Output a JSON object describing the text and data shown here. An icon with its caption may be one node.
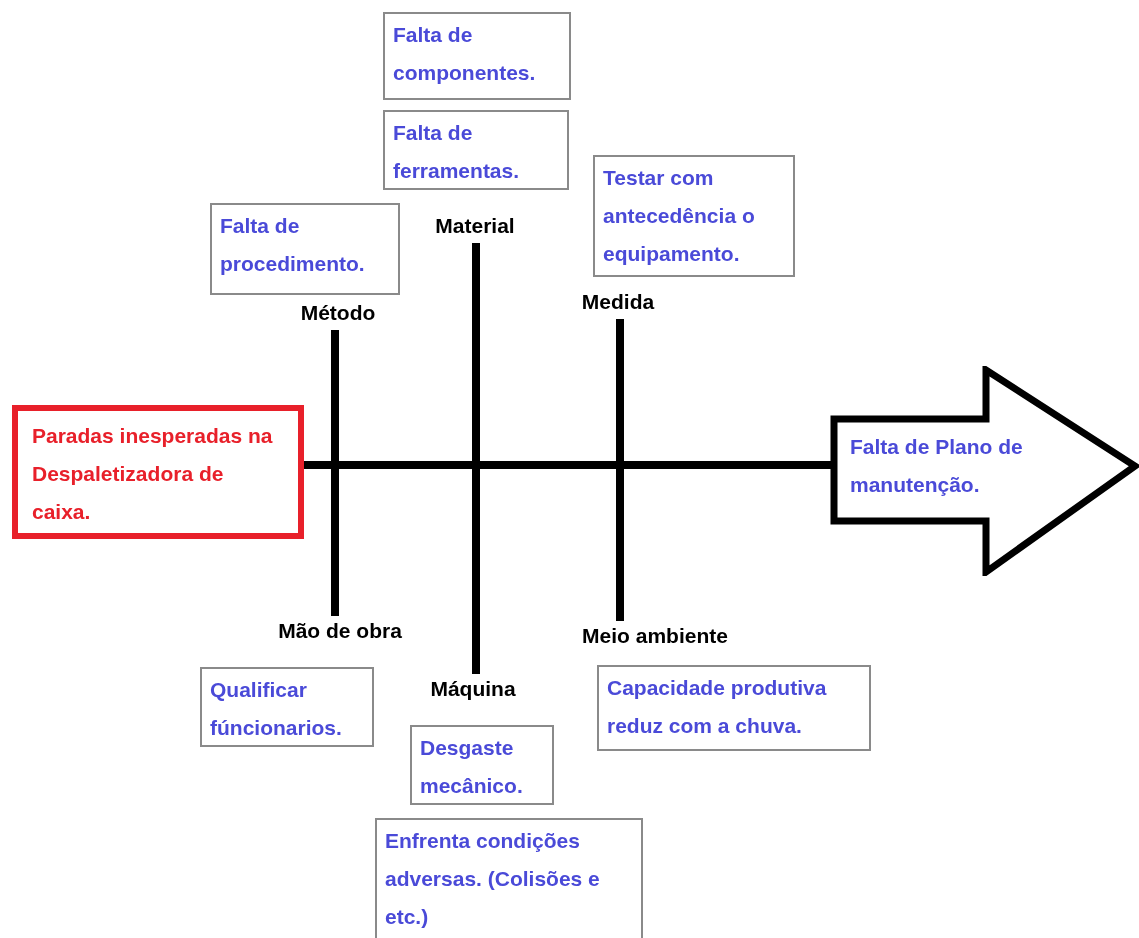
{
  "diagram": {
    "nodes": [
      {
        "text": [
          "Paradas inesperadas na Despaletizadora de caixa."
        ]
      },
      {
        "text": [
          "Falta de Plano de manutenção."
        ]
      },
      {
        "text": [
          "Método"
        ]
      },
      {
        "text": [
          "Material"
        ]
      },
      {
        "text": [
          "Medida"
        ]
      },
      {
        "text": [
          "Mão de obra"
        ]
      },
      {
        "text": [
          "Máquina"
        ]
      },
      {
        "text": [
          "Meio ambiente"
        ]
      },
      {
        "text": [
          "Falta de procedimento."
        ]
      },
      {
        "text": [
          "Falta de componentes."
        ]
      },
      {
        "text": [
          "Falta de ferramentas."
        ]
      },
      {
        "text": [
          "Testar com antecedência o equipamento."
        ]
      },
      {
        "text": [
          "Qualificar fúncionarios."
        ]
      },
      {
        "text": [
          "Desgaste mecânico."
        ]
      },
      {
        "text": [
          "Enfrenta condições adversas. (Colisões e etc.)"
        ]
      },
      {
        "text": [
          "Capacidade produtiva reduz com a chuva."
        ]
      }
    ],
    "edges": [
      {
        "from": 0,
        "to": 1,
        "arrow": "none"
      },
      {
        "from": 2,
        "to": 5,
        "arrow": "none"
      },
      {
        "from": 3,
        "to": 6,
        "arrow": "none"
      },
      {
        "from": 4,
        "to": 7,
        "arrow": "none"
      }
    ]
  }
}
